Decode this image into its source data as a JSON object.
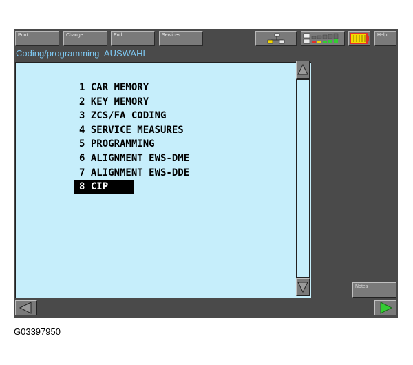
{
  "toolbar": {
    "print_label": "Print",
    "change_label": "Change",
    "end_label": "End",
    "services_label": "Services",
    "help_label": "Help"
  },
  "title": "Coding/programming  AUSWAHL",
  "menu": {
    "items": [
      {
        "text": "1 CAR MEMORY",
        "selected": false
      },
      {
        "text": "2 KEY MEMORY",
        "selected": false
      },
      {
        "text": "3 ZCS/FA CODING",
        "selected": false
      },
      {
        "text": "4 SERVICE MEASURES",
        "selected": false
      },
      {
        "text": "5 PROGRAMMING",
        "selected": false
      },
      {
        "text": "6 ALIGNMENT EWS-DME",
        "selected": false
      },
      {
        "text": "7 ALIGNMENT EWS-DDE",
        "selected": false
      },
      {
        "text": "8 CIP",
        "selected": true
      }
    ]
  },
  "notes_label": "Notes",
  "caption": "G03397950",
  "colors": {
    "frame": "#4a4a4a",
    "button": "#7a7a7a",
    "panel": "#c6eefb",
    "title_text": "#7ec8f2",
    "battery": "#f5d800",
    "battery_border": "#e0302a",
    "forward_arrow": "#33cc33"
  },
  "icons": {
    "network": "network-topology-icon",
    "signal": "signal-level-icon",
    "battery": "battery-icon",
    "scroll_up": "triangle-up-icon",
    "scroll_down": "triangle-down-icon",
    "back": "triangle-left-icon",
    "forward": "triangle-right-icon"
  }
}
